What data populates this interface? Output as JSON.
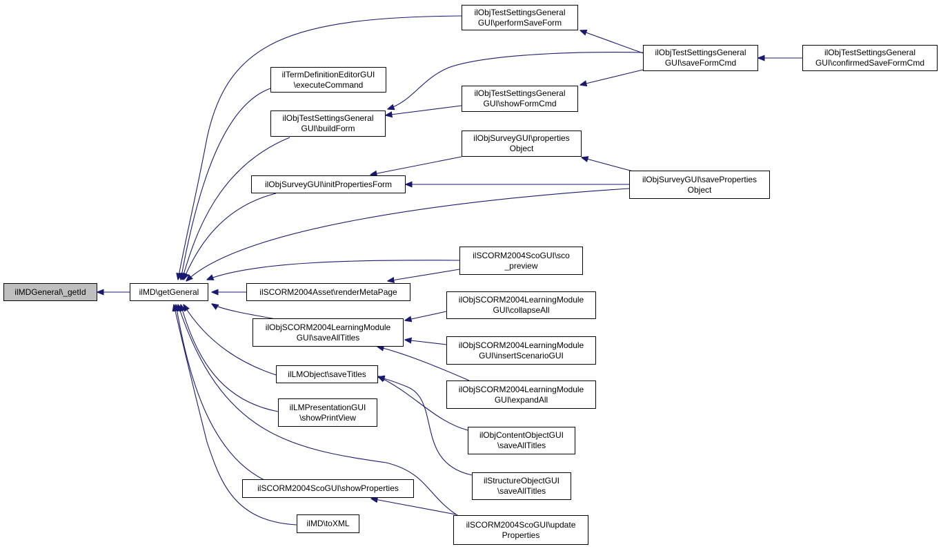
{
  "colors": {
    "edge": "#191970",
    "root_fill": "#bfbfbf",
    "node_fill": "#ffffff",
    "border": "#000000"
  },
  "nodes": {
    "n_getid": {
      "lines": [
        "ilMDGeneral\\_getId"
      ]
    },
    "n_getgeneral": {
      "lines": [
        "ilMD\\getGeneral"
      ]
    },
    "n_performsave": {
      "lines": [
        "ilObjTestSettingsGeneral",
        "GUI\\performSaveForm"
      ]
    },
    "n_termdef": {
      "lines": [
        "ilTermDefinitionEditorGUI",
        "\\executeCommand"
      ]
    },
    "n_buildform": {
      "lines": [
        "ilObjTestSettingsGeneral",
        "GUI\\buildForm"
      ]
    },
    "n_showformcmd": {
      "lines": [
        "ilObjTestSettingsGeneral",
        "GUI\\showFormCmd"
      ]
    },
    "n_saveformcmd": {
      "lines": [
        "ilObjTestSettingsGeneral",
        "GUI\\saveFormCmd"
      ]
    },
    "n_confirmed": {
      "lines": [
        "ilObjTestSettingsGeneral",
        "GUI\\confirmedSaveFormCmd"
      ]
    },
    "n_survprops": {
      "lines": [
        "ilObjSurveyGUI\\properties",
        "Object"
      ]
    },
    "n_initprops": {
      "lines": [
        "ilObjSurveyGUI\\initPropertiesForm"
      ]
    },
    "n_savesurv": {
      "lines": [
        "ilObjSurveyGUI\\saveProperties",
        "Object"
      ]
    },
    "n_scopreview": {
      "lines": [
        "ilSCORM2004ScoGUI\\sco",
        "_preview"
      ]
    },
    "n_rendermeta": {
      "lines": [
        "ilSCORM2004Asset\\renderMetaPage"
      ]
    },
    "n_collapse": {
      "lines": [
        "ilObjSCORM2004LearningModule",
        "GUI\\collapseAll"
      ]
    },
    "n_savealltl": {
      "lines": [
        "ilObjSCORM2004LearningModule",
        "GUI\\saveAllTitles"
      ]
    },
    "n_insertscen": {
      "lines": [
        "ilObjSCORM2004LearningModule",
        "GUI\\insertScenarioGUI"
      ]
    },
    "n_expandall": {
      "lines": [
        "ilObjSCORM2004LearningModule",
        "GUI\\expandAll"
      ]
    },
    "n_lmsave": {
      "lines": [
        "ilLMObject\\saveTitles"
      ]
    },
    "n_contentobj": {
      "lines": [
        "ilObjContentObjectGUI",
        "\\saveAllTitles"
      ]
    },
    "n_lmpres": {
      "lines": [
        "ilLMPresentationGUI",
        "\\showPrintView"
      ]
    },
    "n_structobj": {
      "lines": [
        "ilStructureObjectGUI",
        "\\saveAllTitles"
      ]
    },
    "n_showprops": {
      "lines": [
        "ilSCORM2004ScoGUI\\showProperties"
      ]
    },
    "n_toxml": {
      "lines": [
        "ilMD\\toXML"
      ]
    },
    "n_updateprops": {
      "lines": [
        "ilSCORM2004ScoGUI\\update",
        "Properties"
      ]
    }
  }
}
